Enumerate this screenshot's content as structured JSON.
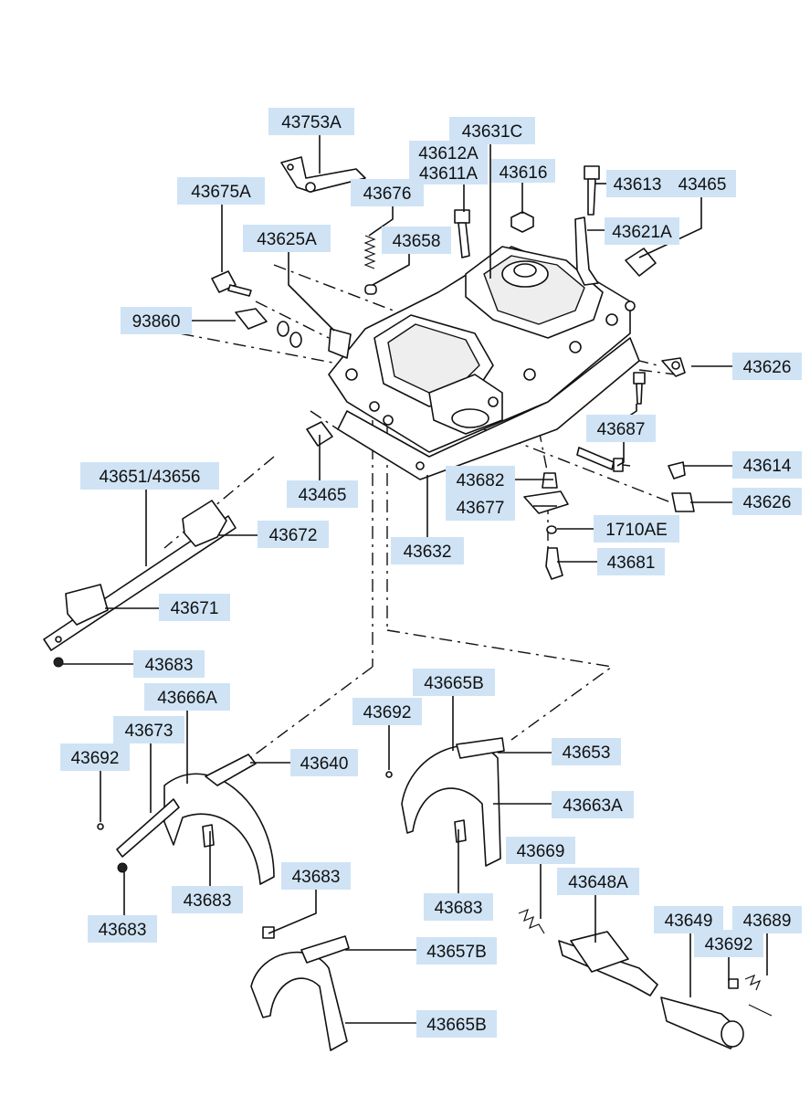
{
  "labels": [
    {
      "id": "l1",
      "text": "43753A"
    },
    {
      "id": "l2",
      "text": "43631C"
    },
    {
      "id": "l3",
      "text": "43612A"
    },
    {
      "id": "l4",
      "text": "43611A"
    },
    {
      "id": "l5",
      "text": "43616"
    },
    {
      "id": "l6",
      "text": "43613"
    },
    {
      "id": "l7",
      "text": "43465"
    },
    {
      "id": "l8",
      "text": "43675A"
    },
    {
      "id": "l9",
      "text": "43676"
    },
    {
      "id": "l10",
      "text": "43621A"
    },
    {
      "id": "l11",
      "text": "43625A"
    },
    {
      "id": "l12",
      "text": "43658"
    },
    {
      "id": "l13",
      "text": "93860"
    },
    {
      "id": "l14",
      "text": "43626"
    },
    {
      "id": "l15",
      "text": "43687"
    },
    {
      "id": "l16",
      "text": "43614"
    },
    {
      "id": "l17",
      "text": "43651/43656"
    },
    {
      "id": "l18",
      "text": "43465"
    },
    {
      "id": "l19",
      "text": "43682"
    },
    {
      "id": "l20",
      "text": "43626"
    },
    {
      "id": "l21",
      "text": "43677"
    },
    {
      "id": "l22",
      "text": "1710AE"
    },
    {
      "id": "l23",
      "text": "43672"
    },
    {
      "id": "l24",
      "text": "43632"
    },
    {
      "id": "l25",
      "text": "43681"
    },
    {
      "id": "l26",
      "text": "43671"
    },
    {
      "id": "l27",
      "text": "43683"
    },
    {
      "id": "l28",
      "text": "43665B"
    },
    {
      "id": "l29",
      "text": "43666A"
    },
    {
      "id": "l30",
      "text": "43692"
    },
    {
      "id": "l31",
      "text": "43673"
    },
    {
      "id": "l32",
      "text": "43653"
    },
    {
      "id": "l33",
      "text": "43692"
    },
    {
      "id": "l34",
      "text": "43640"
    },
    {
      "id": "l35",
      "text": "43663A"
    },
    {
      "id": "l36",
      "text": "43669"
    },
    {
      "id": "l37",
      "text": "43683"
    },
    {
      "id": "l38",
      "text": "43683"
    },
    {
      "id": "l39",
      "text": "43648A"
    },
    {
      "id": "l40",
      "text": "43683"
    },
    {
      "id": "l41",
      "text": "43683"
    },
    {
      "id": "l42",
      "text": "43649"
    },
    {
      "id": "l43",
      "text": "43689"
    },
    {
      "id": "l44",
      "text": "43692"
    },
    {
      "id": "l45",
      "text": "43657B"
    },
    {
      "id": "l46",
      "text": "43665B"
    }
  ],
  "colors": {
    "label_bg": "#cfe3f5",
    "line": "#111111"
  }
}
